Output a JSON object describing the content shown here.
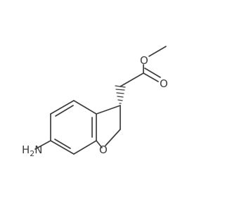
{
  "structure": {
    "atoms": {
      "amine": {
        "element": "N",
        "hydrogens": "H",
        "hydrogen_count": "2"
      },
      "ring_oxygen": {
        "element": "O"
      },
      "ester_oxygen": {
        "element": "O"
      },
      "carbonyl_oxygen": {
        "element": "O"
      }
    },
    "stereo_bond": "hashed-wedge",
    "colors": {
      "bond": "#3c3c3c",
      "label": "#3c3c3c",
      "background": "#ffffff"
    }
  }
}
